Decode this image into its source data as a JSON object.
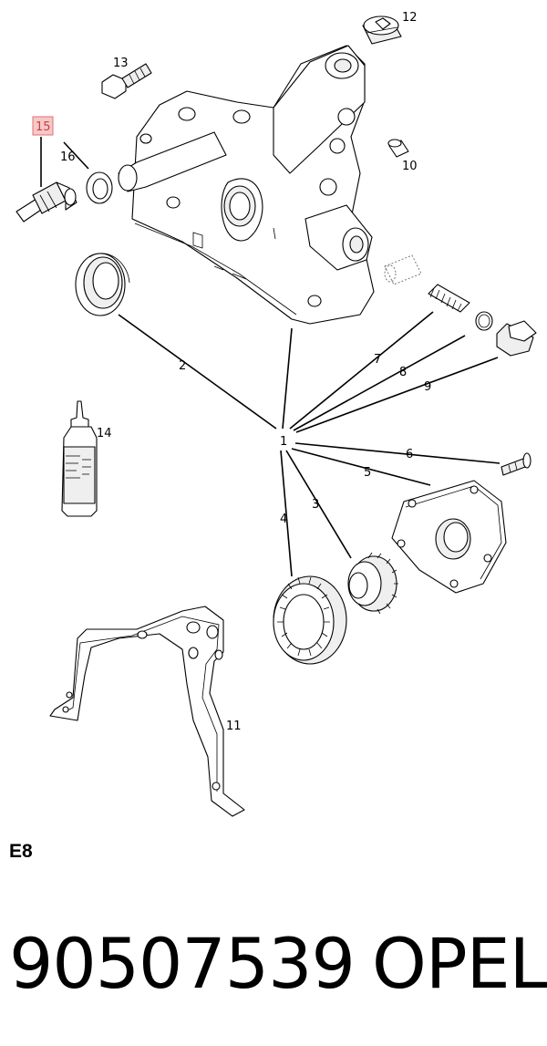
{
  "diagram": {
    "callouts": [
      {
        "id": "c1",
        "label": "1"
      },
      {
        "id": "c2",
        "label": "2"
      },
      {
        "id": "c3",
        "label": "3"
      },
      {
        "id": "c4",
        "label": "4"
      },
      {
        "id": "c5",
        "label": "5"
      },
      {
        "id": "c6",
        "label": "6"
      },
      {
        "id": "c7",
        "label": "7"
      },
      {
        "id": "c8",
        "label": "8"
      },
      {
        "id": "c9",
        "label": "9"
      },
      {
        "id": "c10",
        "label": "10"
      },
      {
        "id": "c11",
        "label": "11"
      },
      {
        "id": "c12",
        "label": "12"
      },
      {
        "id": "c13",
        "label": "13"
      },
      {
        "id": "c14",
        "label": "14"
      },
      {
        "id": "c15",
        "label": "15",
        "highlighted": true
      },
      {
        "id": "c16",
        "label": "16"
      }
    ],
    "highlight_color": "#f6c8c8"
  },
  "footer": {
    "section_code": "E8",
    "part_number": "90507539",
    "brand": "OPEL"
  }
}
